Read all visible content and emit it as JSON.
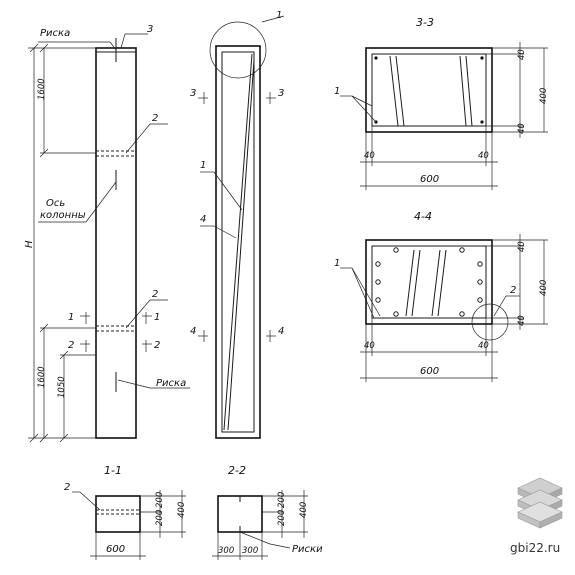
{
  "labels": {
    "riska": "Риска",
    "riska2": "Риска",
    "riski": "Риски",
    "os_line1": "Ось",
    "os_line2": "колонны",
    "H": "H",
    "n1": "1",
    "n2": "2",
    "n3": "3",
    "n4": "4"
  },
  "dimensions": {
    "d1600_top": "1600",
    "d1600_bottom": "1600",
    "d1050": "1050",
    "d600_33": "600",
    "d400_33": "400",
    "d40": "40",
    "d600_44": "600",
    "d400_44": "400",
    "d600_11": "600",
    "d200": "200",
    "d400_11": "400",
    "d300": "300",
    "d400_22": "400"
  },
  "sections": {
    "s33": "3-3",
    "s44": "4-4",
    "s11": "1-1",
    "s22": "2-2",
    "cut1": "1",
    "cut2": "2",
    "cut3": "3",
    "cut4": "4"
  },
  "watermark": {
    "site": "gbi22.ru"
  }
}
